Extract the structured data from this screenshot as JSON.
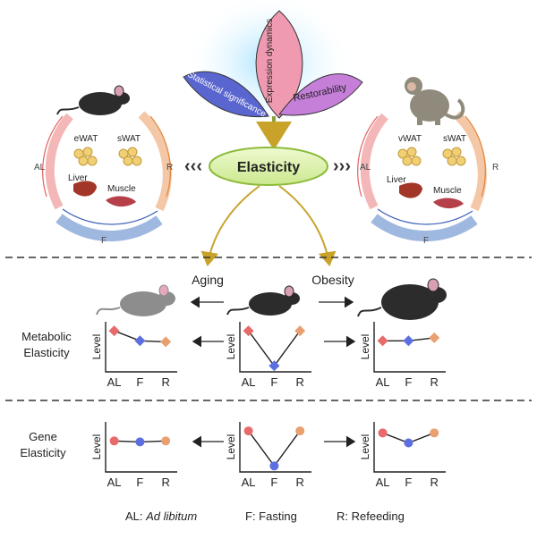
{
  "petals": {
    "top": "Expression dynamics",
    "left": "Statistical significance",
    "right": "Restorability"
  },
  "center_label": "Elasticity",
  "mouse_panel": {
    "tissues": [
      "eWAT",
      "sWAT",
      "Liver",
      "Muscle"
    ],
    "arc_labels": {
      "left": "AL",
      "right": "R",
      "bottom": "F"
    }
  },
  "monkey_panel": {
    "tissues": [
      "vWAT",
      "sWAT",
      "Liver",
      "Muscle"
    ],
    "arc_labels": {
      "left": "AL",
      "right": "R",
      "bottom": "F"
    }
  },
  "arrows_glyph": {
    "left": "‹‹‹",
    "right": "›››"
  },
  "branches": {
    "left": "Aging",
    "right": "Obesity"
  },
  "rows": [
    {
      "label_line1": "Metabolic",
      "label_line2": "Elasticity",
      "axis_label": "Level"
    },
    {
      "label_line1": "Gene",
      "label_line2": "Elasticity",
      "axis_label": "Level"
    }
  ],
  "x_ticks": [
    "AL",
    "F",
    "R"
  ],
  "chart_data": [
    {
      "type": "line",
      "panel": "metabolic-aging",
      "categories": [
        "AL",
        "F",
        "R"
      ],
      "values": [
        0.82,
        0.62,
        0.6
      ],
      "marker": "diamond"
    },
    {
      "type": "line",
      "panel": "metabolic-baseline",
      "categories": [
        "AL",
        "F",
        "R"
      ],
      "values": [
        0.82,
        0.12,
        0.82
      ],
      "marker": "diamond"
    },
    {
      "type": "line",
      "panel": "metabolic-obesity",
      "categories": [
        "AL",
        "F",
        "R"
      ],
      "values": [
        0.62,
        0.62,
        0.68
      ],
      "marker": "diamond"
    },
    {
      "type": "line",
      "panel": "gene-aging",
      "categories": [
        "AL",
        "F",
        "R"
      ],
      "values": [
        0.62,
        0.6,
        0.62
      ],
      "marker": "circle"
    },
    {
      "type": "line",
      "panel": "gene-baseline",
      "categories": [
        "AL",
        "F",
        "R"
      ],
      "values": [
        0.82,
        0.12,
        0.82
      ],
      "marker": "circle"
    },
    {
      "type": "line",
      "panel": "gene-obesity",
      "categories": [
        "AL",
        "F",
        "R"
      ],
      "values": [
        0.78,
        0.58,
        0.78
      ],
      "marker": "circle"
    }
  ],
  "legend": {
    "al_prefix": "AL: ",
    "al_text": "Ad libitum",
    "f_text": "F: Fasting",
    "r_text": "R: Refeeding"
  },
  "colors": {
    "AL": "#e86a6a",
    "F": "#5b6fe0",
    "R": "#e8a070",
    "petal_blue": "#5563c9",
    "petal_pink": "#e88aa8",
    "petal_purple": "#c67ad8",
    "elasticity_fill": "#d9f0a6",
    "arrow_gold": "#c9a22a"
  }
}
